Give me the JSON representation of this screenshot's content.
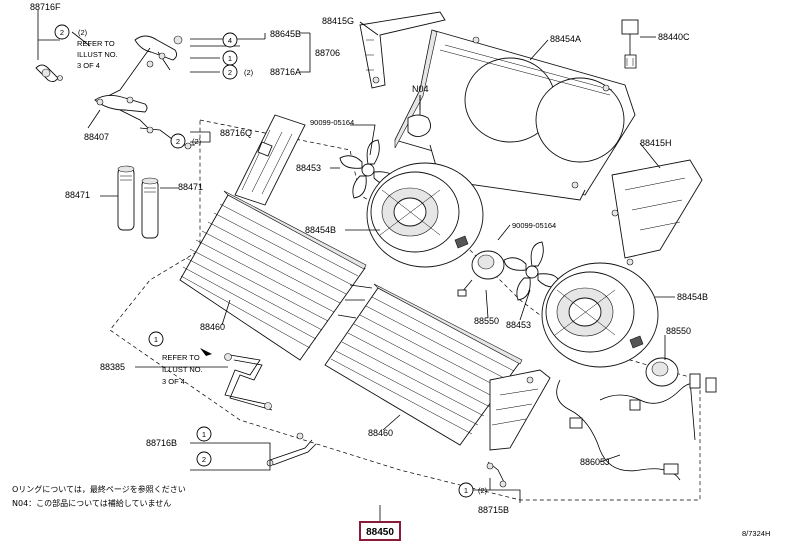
{
  "parts": {
    "p88716F": "88716F",
    "p88645B": "88645B",
    "p88706": "88706",
    "p88716A": "88716A",
    "p88407": "88407",
    "p88716Q": "88716Q",
    "p88471_left": "88471",
    "p88471_right": "88471",
    "p88415G": "88415G",
    "p88454A": "88454A",
    "p88440C": "88440C",
    "pN04": "N04",
    "p90099_top": "90099-05164",
    "p88453_top": "88453",
    "p88415H": "88415H",
    "p88454B_left": "88454B",
    "p90099_mid": "90099-05164",
    "p88550_left": "88550",
    "p88453_bottom": "88453",
    "p88454B_right": "88454B",
    "p88550_right": "88550",
    "p88460_top": "88460",
    "p88385": "88385",
    "p88460_bottom": "88460",
    "p88716B": "88716B",
    "p88605J": "88605J",
    "p88715B": "88715B"
  },
  "callouts": {
    "c2_top": "2",
    "c4": "4",
    "c1_a": "1",
    "c2_a": "2",
    "c2_a_note": "(2)",
    "c2_q": "2",
    "c2_q_note": "(2)",
    "c1_b": "1",
    "c1_c": "1",
    "c2_c": "2",
    "c1_d": "1",
    "c1_d_note": "(2)",
    "c2_top_note": "(2)"
  },
  "refer_notes": {
    "top": {
      "line1": "REFER TO",
      "line2": "ILLUST NO.",
      "line3": "3 OF 4"
    },
    "bottom": {
      "line1": "REFER TO",
      "line2": "ILLUST NO.",
      "line3": "3 OF 4"
    }
  },
  "footnotes": {
    "line1": "Oリングについては，最終ページを参照ください",
    "line2": "N04：この部品については補給していません"
  },
  "main_part": "88450",
  "figure_id": "8/7324H",
  "colors": {
    "highlight_box": "#8b1a3a"
  }
}
